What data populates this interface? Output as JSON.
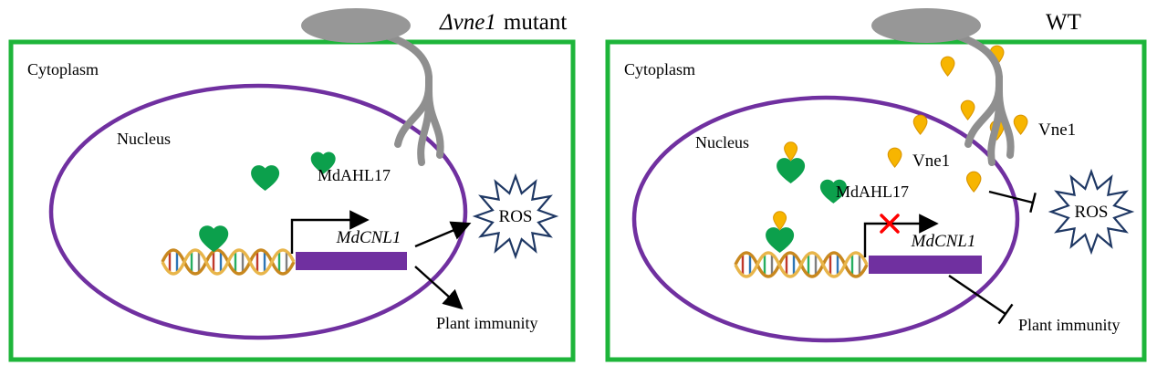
{
  "figure": {
    "type": "mechanism-diagram",
    "panels": {
      "left": {
        "title_gene": "Δvne1",
        "title_suffix": "mutant",
        "cytoplasm_label": "Cytoplasm",
        "nucleus_label": "Nucleus",
        "protein_label": "MdAHL17",
        "gene_label": "MdCNL1",
        "ros_label": "ROS",
        "immunity_label": "Plant immunity"
      },
      "right": {
        "title": "WT",
        "cytoplasm_label": "Cytoplasm",
        "nucleus_label": "Nucleus",
        "protein_label": "MdAHL17",
        "gene_label": "MdCNL1",
        "ros_label": "ROS",
        "immunity_label": "Plant immunity",
        "effector_label_outer": "Vne1",
        "effector_label_inner": "Vne1"
      }
    },
    "icons": {
      "heart": "mdahl17-protein-icon",
      "droplet": "vne1-effector-icon",
      "burst": "ros-burst-icon",
      "fungus": "fungal-pathogen-icon",
      "dna": "dna-double-helix-icon"
    },
    "colors": {
      "membrane_green": "#1eb53a",
      "nucleus_purple": "#7030a0",
      "gene_bar_purple": "#7030a0",
      "protein_green": "#0ca04c",
      "effector_gold": "#f7b500",
      "fungus_gray": "#979797",
      "ros_outline_navy": "#1f3864",
      "block_red": "#ff0000",
      "dna_gold": "#d79a2e"
    }
  }
}
